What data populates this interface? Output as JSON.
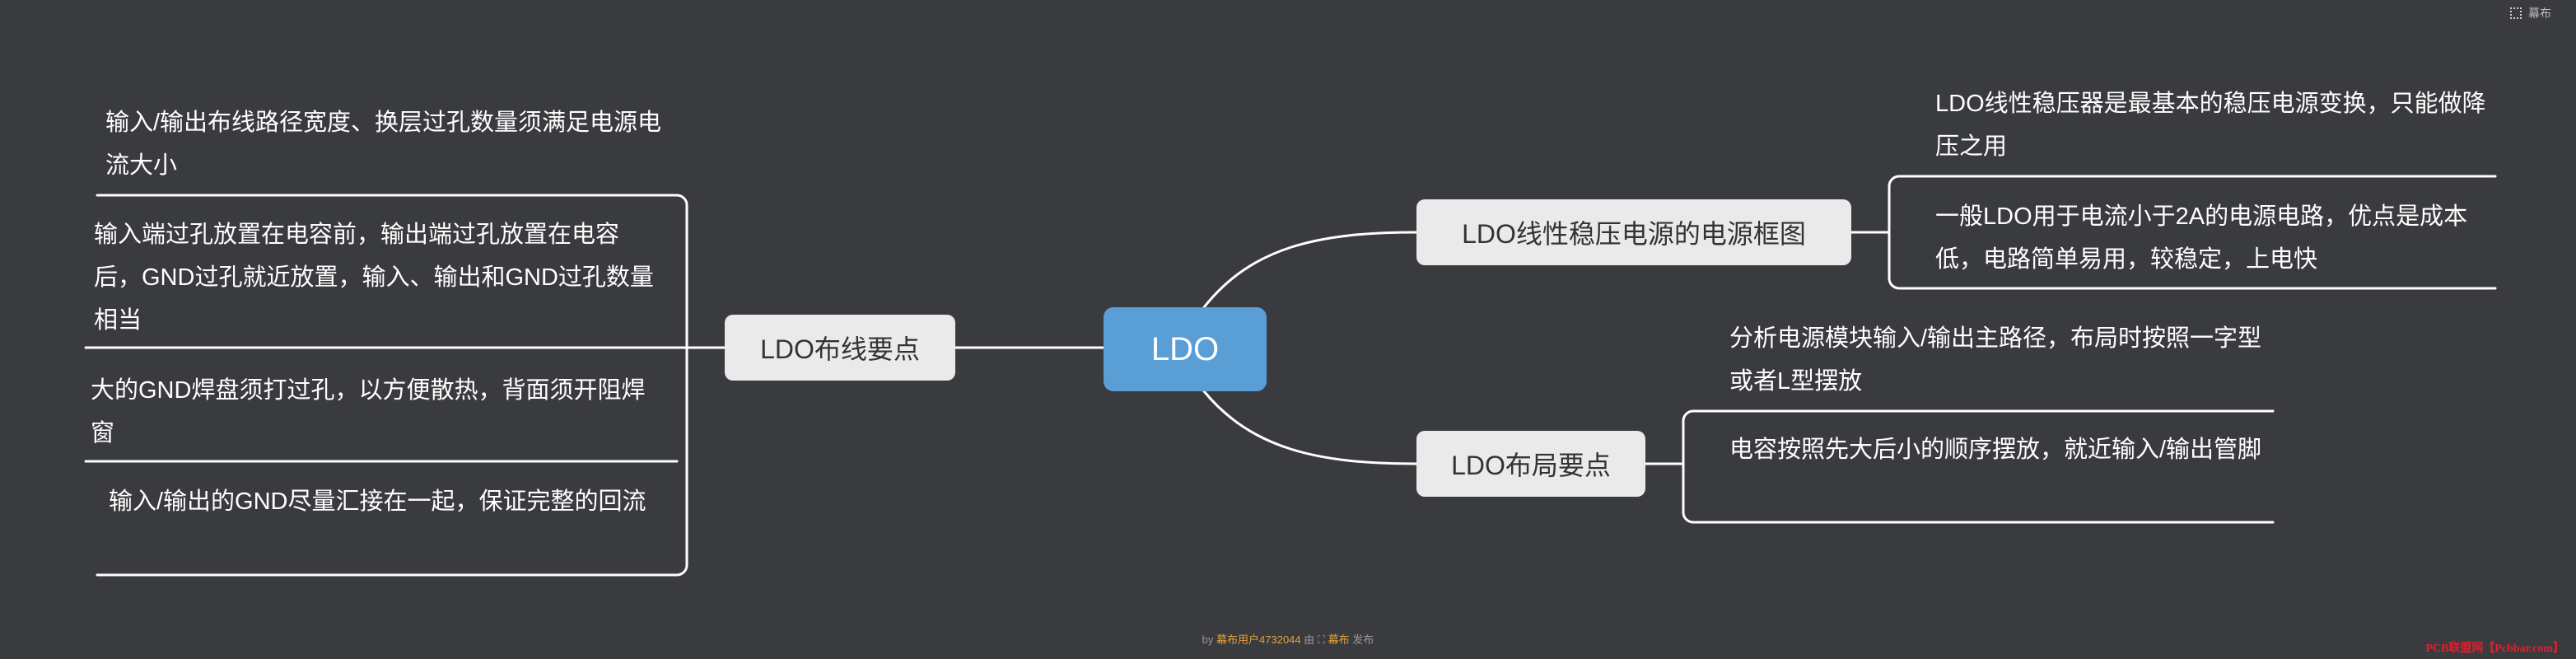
{
  "toolbar": {
    "label": "幕布",
    "icon": "fullscreen-icon"
  },
  "mindmap": {
    "root": "LDO",
    "branches": [
      {
        "id": "right-top",
        "label": "LDO线性稳压电源的电源框图",
        "children": [
          "LDO线性稳压器是最基本的稳压电源变换，只能做降压之用",
          "一般LDO用于电流小于2A的电源电路，优点是成本低，电路简单易用，较稳定，上电快"
        ]
      },
      {
        "id": "right-bottom",
        "label": "LDO布局要点",
        "children": [
          "分析电源模块输入/输出主路径，布局时按照一字型或者L型摆放",
          "电容按照先大后小的顺序摆放，就近输入/输出管脚"
        ]
      },
      {
        "id": "left",
        "label": "LDO布线要点",
        "children": [
          "输入/输出布线路径宽度、换层过孔数量须满足电源电流大小",
          "输入端过孔放置在电容前，输出端过孔放置在电容后，GND过孔就近放置，输入、输出和GND过孔数量相当",
          "大的GND焊盘须打过孔，以方便散热，背面须开阻焊窗",
          "输入/输出的GND尽量汇接在一起，保证完整的回流"
        ]
      }
    ]
  },
  "footer": {
    "prefix": "by",
    "user": "幕布用户4732044",
    "middle": "由",
    "brand": "幕布",
    "suffix": "发布"
  },
  "watermark": "PCB联盟网【Pcbbar.com】",
  "colors": {
    "background": "#3a3b3f",
    "root": "#5a9ed6",
    "node": "#eaeaea",
    "line": "#ffffff"
  }
}
